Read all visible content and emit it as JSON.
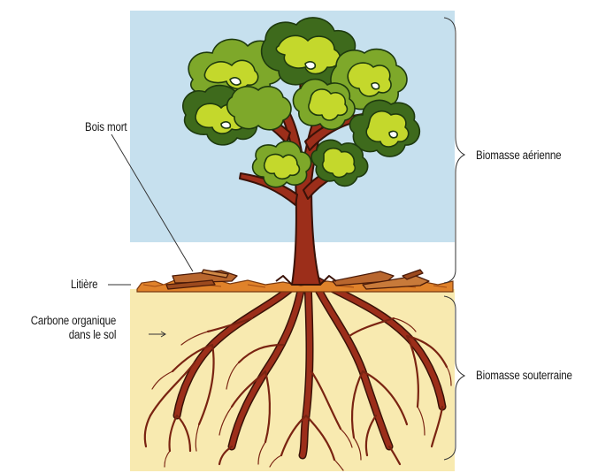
{
  "labels": {
    "dead_wood": "Bois mort",
    "litter": "Litière",
    "soil_carbon_line1": "Carbone organique",
    "soil_carbon_line2": "dans le sol",
    "above_ground": "Biomasse aérienne",
    "below_ground": "Biomasse souterraine"
  },
  "colors": {
    "sky": "#c6e0ee",
    "soil": "#f8eab0",
    "trunk": "#9c2e1a",
    "foliage_light": "#c4d82c",
    "foliage_mid": "#7ea82a",
    "foliage_dark": "#3e6a1c",
    "litter": "#e0822a",
    "bracket": "#333333"
  }
}
